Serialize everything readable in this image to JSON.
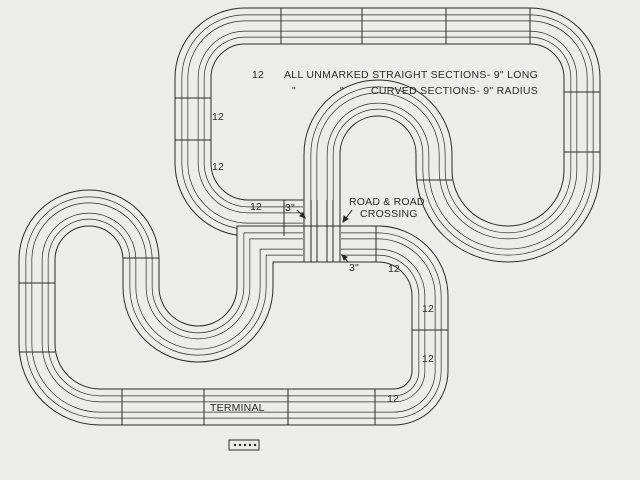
{
  "notes": {
    "line1": "ALL UNMARKED STRAIGHT SECTIONS- 9\" LONG",
    "line2_ditto_a": "\"",
    "line2_ditto_b": "\"",
    "line2": "CURVED SECTIONS- 9\" RADIUS"
  },
  "crossing": {
    "line1": "ROAD & ROAD",
    "line2": "CROSSING"
  },
  "dimensions": {
    "left_gap": "3\"",
    "right_gap": "3\""
  },
  "terminal_label": "TERMINAL",
  "section_marks": {
    "upper_top": "12",
    "upper_left_a": "12",
    "upper_left_b": "12",
    "upper_bottom": "12",
    "lower_right_a": "12",
    "lower_right_b": "12",
    "lower_right_c": "12",
    "lower_right_d": "12"
  },
  "colors": {
    "paper": "#ececea",
    "ink": "#2a2a2a"
  }
}
